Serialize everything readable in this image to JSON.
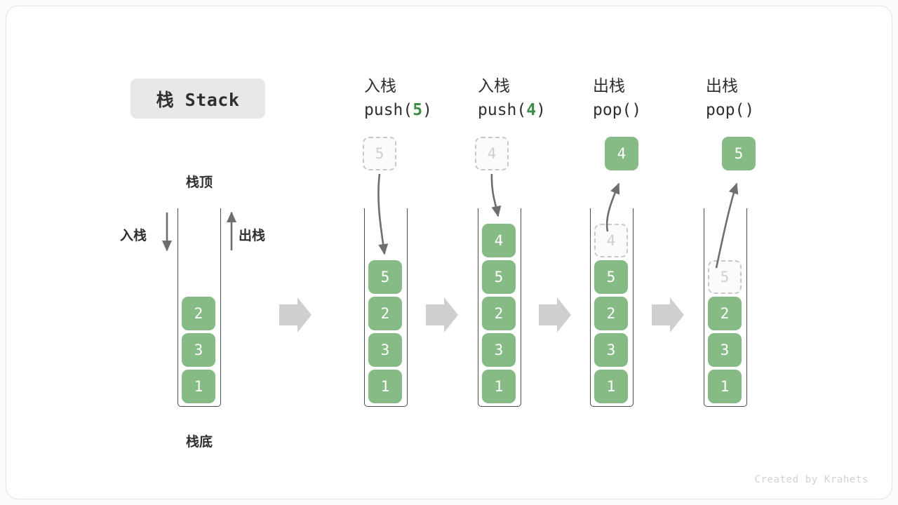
{
  "title": {
    "badge": "栈 Stack"
  },
  "footer": {
    "credit": "Created by Krahets"
  },
  "colors": {
    "element_green": "#86bb85",
    "accent_green_text": "#3f8b46",
    "ghost_border": "#c9c9c9",
    "ghost_text": "#cfcfcf",
    "container_stroke": "#4c4c4c",
    "flow_arrow": "#c9c9c9",
    "motion_arrow": "#6e6e6e",
    "badge_bg": "#e8e8e8",
    "text": "#2f2f2f"
  },
  "legend": {
    "top_label": "栈顶",
    "bottom_label": "栈底",
    "push_label": "入栈",
    "pop_label": "出栈"
  },
  "stages": [
    {
      "id": "initial",
      "header_cn": "",
      "header_code_prefix": "",
      "header_code_arg": "",
      "header_code_suffix": "",
      "stack": [
        "2",
        "3",
        "1"
      ],
      "ghost_in_stack": null,
      "floating_value": null,
      "floating_kind": null
    },
    {
      "id": "push-5",
      "header_cn": "入栈",
      "header_code_prefix": "push(",
      "header_code_arg": "5",
      "header_code_suffix": ")",
      "stack": [
        "5",
        "2",
        "3",
        "1"
      ],
      "ghost_in_stack": null,
      "floating_value": "5",
      "floating_kind": "ghost"
    },
    {
      "id": "push-4",
      "header_cn": "入栈",
      "header_code_prefix": "push(",
      "header_code_arg": "4",
      "header_code_suffix": ")",
      "stack": [
        "4",
        "5",
        "2",
        "3",
        "1"
      ],
      "ghost_in_stack": null,
      "floating_value": "4",
      "floating_kind": "ghost"
    },
    {
      "id": "pop-4",
      "header_cn": "出栈",
      "header_code_prefix": "pop(",
      "header_code_arg": "",
      "header_code_suffix": ")",
      "stack": [
        "5",
        "2",
        "3",
        "1"
      ],
      "ghost_in_stack": "4",
      "floating_value": "4",
      "floating_kind": "solid"
    },
    {
      "id": "pop-5",
      "header_cn": "出栈",
      "header_code_prefix": "pop(",
      "header_code_arg": "",
      "header_code_suffix": ")",
      "stack": [
        "2",
        "3",
        "1"
      ],
      "ghost_in_stack": "5",
      "floating_value": "5",
      "floating_kind": "solid"
    }
  ]
}
